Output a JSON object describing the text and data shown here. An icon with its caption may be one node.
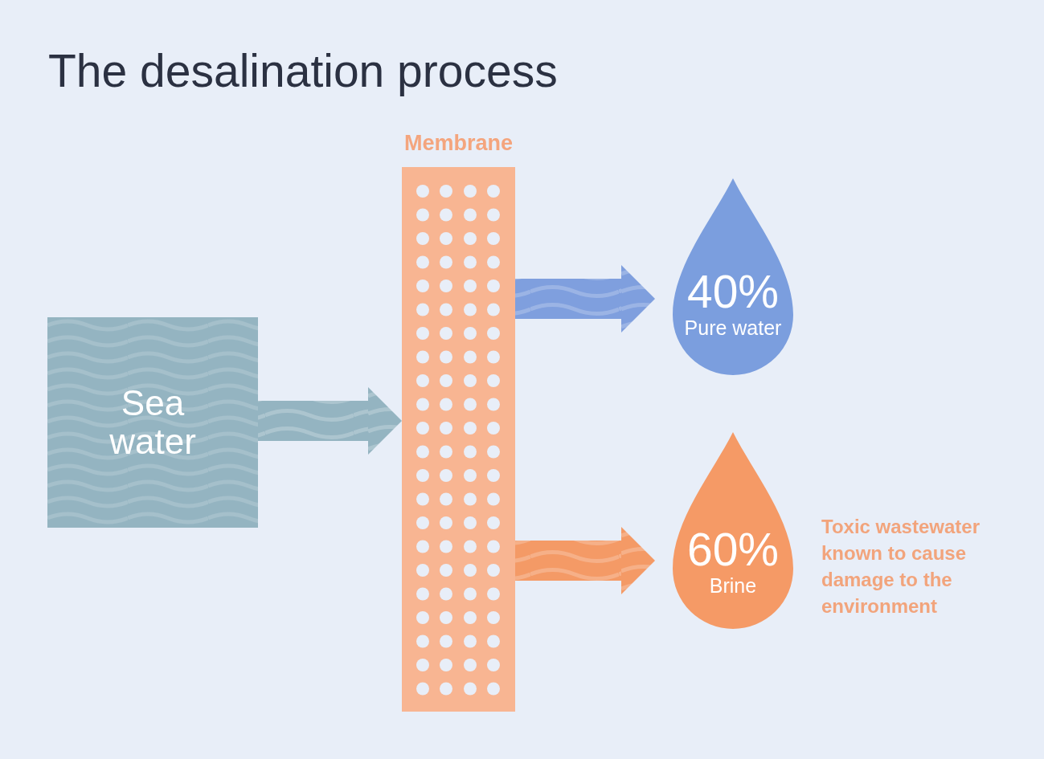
{
  "diagram": {
    "title": "The desalination process",
    "nodes": [
      {
        "text": [
          "Sea water"
        ]
      },
      {
        "text": [
          "Membrane"
        ]
      },
      {
        "text": [
          "40%",
          "Pure water"
        ]
      },
      {
        "text": [
          "60%",
          "Brine"
        ],
        "beside": [
          "Toxic wastewater known to cause damage to the environment"
        ]
      }
    ],
    "edges": [
      {
        "from": 0,
        "to": 1,
        "arrow": "to",
        "color": "#94b4c1"
      },
      {
        "from": 1,
        "to": 2,
        "arrow": "to",
        "color": "#7f9fde"
      },
      {
        "from": 1,
        "to": 3,
        "arrow": "to",
        "color": "#f49a66"
      }
    ]
  }
}
